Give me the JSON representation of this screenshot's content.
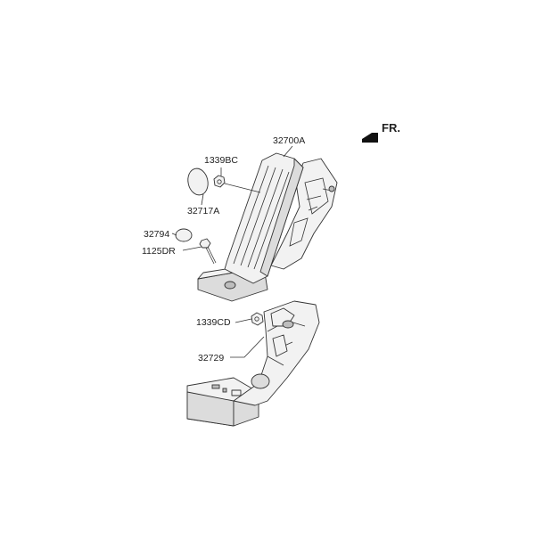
{
  "direction_marker": {
    "label": "FR.",
    "icon": "direction-arrow-icon"
  },
  "callouts": {
    "accelerator_pedal_assy": "32700A",
    "pedal_nut": "1339BC",
    "pedal_cover": "32717A",
    "stopper": "32794",
    "bolt": "1125DR",
    "bracket_nut": "1339CD",
    "pedal_bracket": "32729"
  },
  "colors": {
    "line": "#333333",
    "fill": "#f2f2f2",
    "shade": "#dcdcdc",
    "text": "#222222"
  }
}
